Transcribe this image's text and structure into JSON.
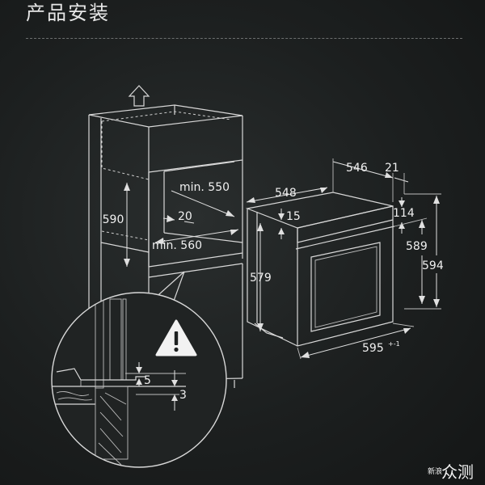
{
  "title": "产品安装",
  "labels": {
    "min_550": "min. 550",
    "min_560": "min. 560",
    "d590": "590",
    "d20": "20",
    "d548": "548",
    "d546": "546",
    "d21": "21",
    "d15": "15",
    "d114": "114",
    "d589": "589",
    "d594": "594",
    "d579": "579",
    "d595": "595",
    "d595_tol": "+-1",
    "d5": "5",
    "d3": "3"
  },
  "watermark": {
    "small": "新浪",
    "big": "众测"
  },
  "icons": {
    "up_arrow": "up-arrow-icon",
    "warning": "warning-triangle-icon"
  }
}
